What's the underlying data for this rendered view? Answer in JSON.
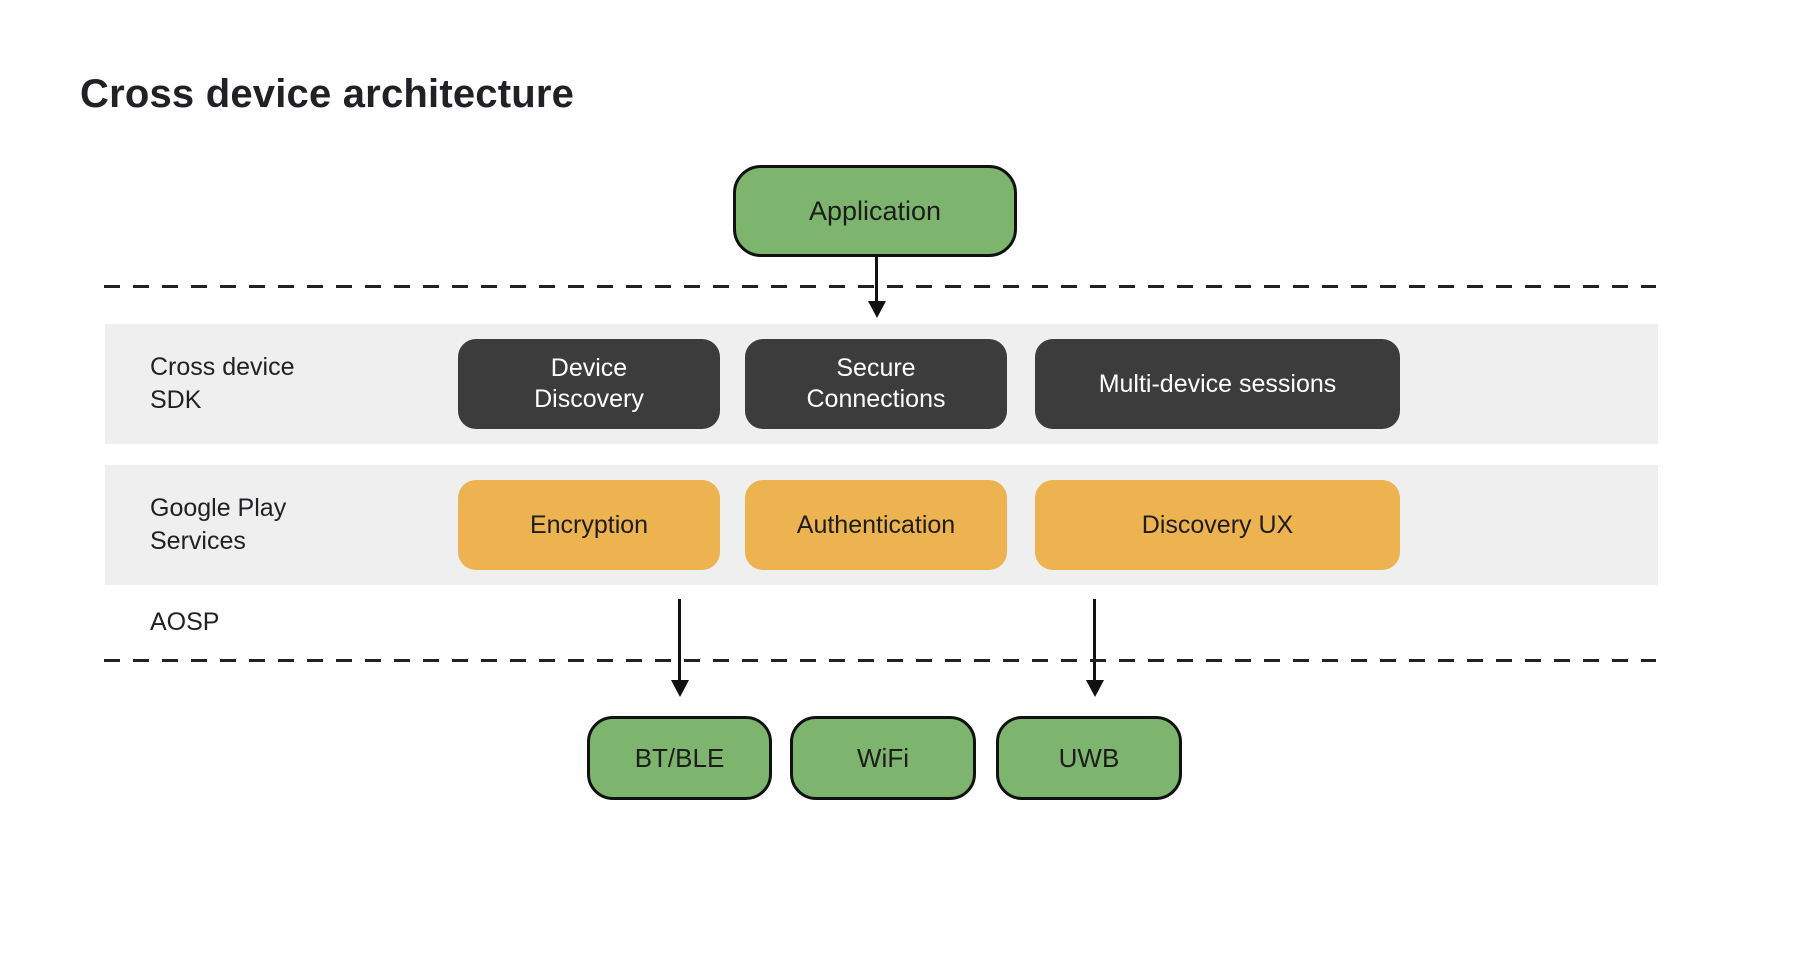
{
  "title": "Cross device architecture",
  "application": {
    "label": "Application"
  },
  "layers": {
    "sdk": {
      "label": "Cross device\nSDK",
      "boxes": [
        {
          "label": "Device\nDiscovery"
        },
        {
          "label": "Secure\nConnections"
        },
        {
          "label": "Multi-device sessions"
        }
      ]
    },
    "gps": {
      "label": "Google Play\nServices",
      "boxes": [
        {
          "label": "Encryption"
        },
        {
          "label": "Authentication"
        },
        {
          "label": "Discovery UX"
        }
      ]
    },
    "aosp": {
      "label": "AOSP"
    }
  },
  "transports": [
    {
      "label": "BT/BLE"
    },
    {
      "label": "WiFi"
    },
    {
      "label": "UWB"
    }
  ],
  "colors": {
    "background": "#ffffff",
    "band_gray": "#efefef",
    "box_green": "#7db56f",
    "box_dark": "#3c3c3c",
    "box_orange": "#ecb350",
    "text_dark": "#202124",
    "text_light": "#ffffff",
    "line_black": "#111111"
  }
}
